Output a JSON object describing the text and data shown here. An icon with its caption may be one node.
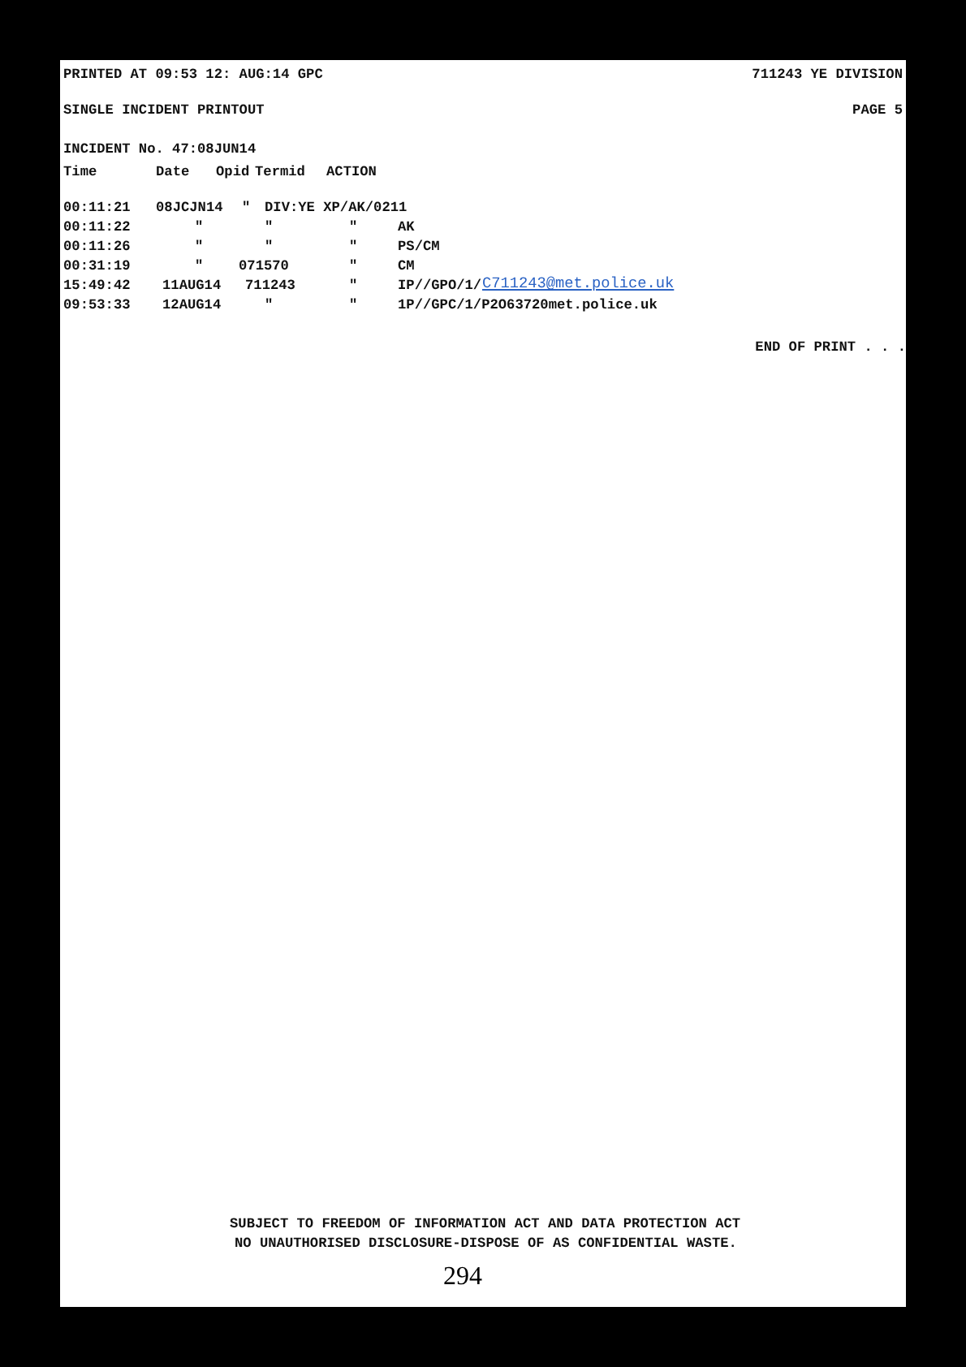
{
  "diagram": {
    "labels": [
      "PRINTED AT 09:53 12: AUG:14 GPC",
      "711243 YE DIVISION",
      "SINGLE INCIDENT PRINTOUT",
      "PAGE 5",
      "INCIDENT No. 47:08JUN14",
      "Time",
      "Date",
      "Opid",
      "Termid",
      "ACTION",
      "00:11:21",
      "08JCJN14",
      "\"",
      "DIV:YE XP/AK/0211",
      "00:11:22",
      "\"",
      "\"",
      "\"",
      "AK",
      "00:11:26",
      "\"",
      "\"",
      "\"",
      "PS/CM",
      "00:31:19",
      "\"",
      "071570",
      "\"",
      "CM",
      "15:49:42",
      "11AUG14",
      "711243",
      "\"",
      "IP//GPO/1/",
      "C711243@met.police.uk",
      "09:53:33",
      "12AUG14",
      "\"",
      "\"",
      "1P//GPC/1/P2O63720met.police.uk",
      "END OF PRINT . . .",
      "SUBJECT TO FREEDOM OF INFORMATION ACT AND DATA PROTECTION ACT",
      "NO UNAUTHORISED DISCLOSURE-DISPOSE OF AS CONFIDENTIAL WASTE.",
      "294"
    ]
  }
}
